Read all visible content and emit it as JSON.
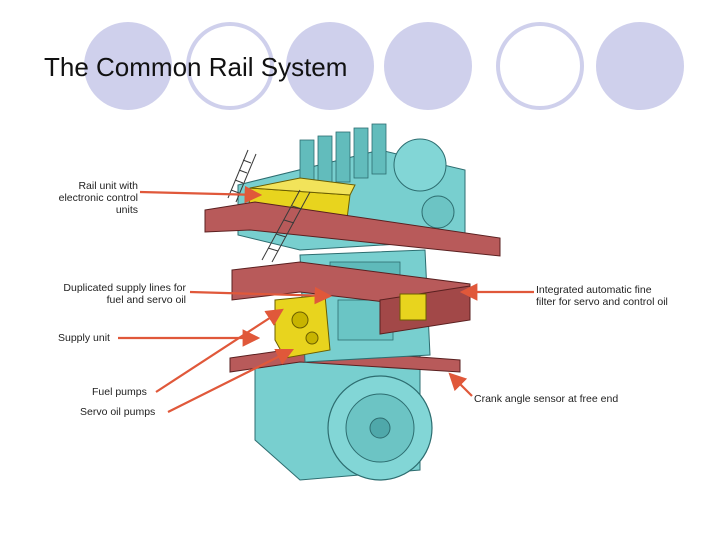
{
  "slide": {
    "title": "The Common Rail System"
  },
  "labels": {
    "rail_unit": [
      "Rail unit with",
      "electronic control",
      "units"
    ],
    "supply_lines": [
      "Duplicated supply lines for",
      "fuel and servo oil"
    ],
    "supply_unit": "Supply unit",
    "fuel_pumps": "Fuel pumps",
    "servo_pumps": "Servo oil pumps",
    "filter": [
      "Integrated automatic fine",
      "filter for servo and control oil"
    ],
    "crank_sensor": "Crank angle sensor at free end"
  },
  "colors": {
    "decor_circle": "#cfd0ec",
    "arrow": "#e0583a",
    "engine_body": "#78cfcf",
    "platform": "#b85a5a",
    "rail_unit": "#e8d41e"
  }
}
